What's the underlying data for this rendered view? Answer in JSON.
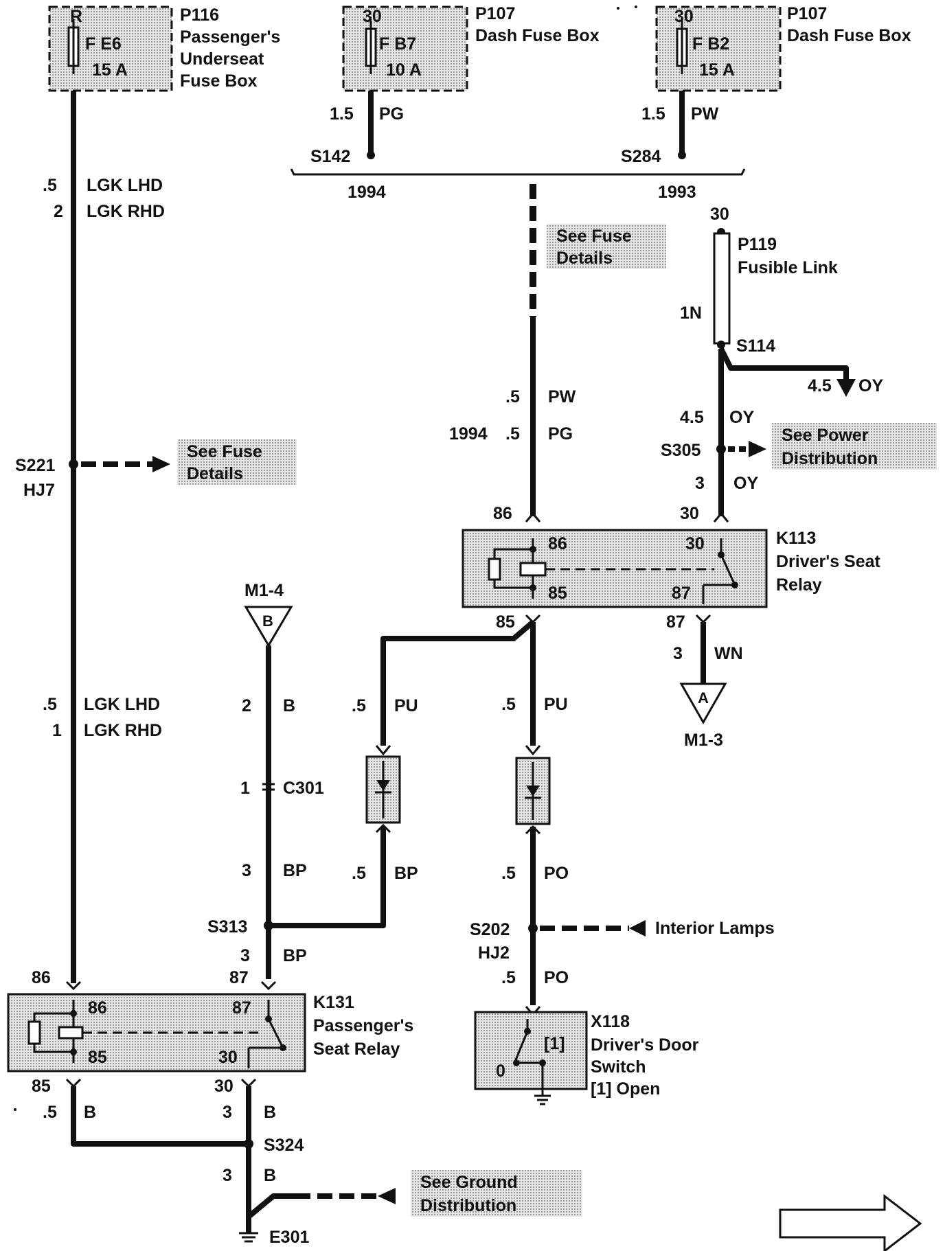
{
  "fuse_boxes": [
    {
      "terminal": "R",
      "fuse": "F E6",
      "rating": "15 A",
      "id": "P116",
      "name_line1": "Passenger's",
      "name_line2": "Underseat",
      "name_line3": "Fuse Box"
    },
    {
      "terminal": "30",
      "fuse": "F B7",
      "rating": "10 A",
      "id": "P107",
      "name_line1": "Dash Fuse Box"
    },
    {
      "terminal": "30",
      "fuse": "F B2",
      "rating": "15 A",
      "id": "P107",
      "name_line1": "Dash Fuse Box"
    }
  ],
  "wires": {
    "pg_size": "1.5",
    "pg_color": "PG",
    "pw_size": "1.5",
    "pw_color": "PW",
    "lgk_a_size": ".5",
    "lgk_a_color": "LGK LHD",
    "lgk_b_size": "2",
    "lgk_b_color": "LGK RHD",
    "lgk_c_size": ".5",
    "lgk_c_color": "LGK LHD",
    "lgk_d_size": "1",
    "lgk_d_color": "LGK RHD",
    "pw2_size": ".5",
    "pw2_color": "PW",
    "pg2_year": "1994",
    "pg2_size": ".5",
    "pg2_color": "PG",
    "fl_size": "1N",
    "oy_a_size": "4.5",
    "oy_a_color": "OY",
    "oy_b_size": "4.5",
    "oy_b_color": "OY",
    "oy_c_size": "3",
    "oy_c_color": "OY",
    "wn_size": "3",
    "wn_color": "WN",
    "b_size": "2",
    "b_color": "B",
    "pu_a_size": ".5",
    "pu_a_color": "PU",
    "pu_b_size": ".5",
    "pu_b_color": "PU",
    "bp_a_size": "3",
    "bp_a_color": "BP",
    "bp_b_size": ".5",
    "bp_b_color": "BP",
    "po_a_size": ".5",
    "po_a_color": "PO",
    "bp_c_size": "3",
    "bp_c_color": "BP",
    "po_b_size": ".5",
    "po_b_color": "PO",
    "b2_size": ".5",
    "b2_color": "B",
    "b3_size": "3",
    "b3_color": "B",
    "b4_size": "3",
    "b4_color": "B"
  },
  "splices": {
    "s142": "S142",
    "s284": "S284",
    "year_1994": "1994",
    "year_1993": "1993",
    "s221": "S221",
    "hj7": "HJ7",
    "s305": "S305",
    "s114": "S114",
    "s313": "S313",
    "s202": "S202",
    "hj2": "HJ2",
    "s324": "S324"
  },
  "fusible_link": {
    "terminal": "30",
    "id": "P119",
    "name": "Fusible Link"
  },
  "relay_k113": {
    "id": "K113",
    "name_line1": "Driver's Seat",
    "name_line2": "Relay",
    "pin_86": "86",
    "pin_85": "85",
    "pin_30": "30",
    "pin_87": "87",
    "out_86": "86",
    "out_85": "85",
    "out_30": "30",
    "out_87": "87"
  },
  "relay_k131": {
    "id": "K131",
    "name_line1": "Passenger's",
    "name_line2": "Seat Relay",
    "pin_86": "86",
    "pin_85": "85",
    "pin_87": "87",
    "pin_30": "30",
    "out_86": "86",
    "out_85": "85",
    "out_87": "87",
    "out_30": "30"
  },
  "connectors": {
    "m1_4": "M1-4",
    "m1_4_letter": "B",
    "m1_3": "M1-3",
    "m1_3_letter": "A",
    "c301_pin": "1",
    "c301": "C301"
  },
  "switch_x118": {
    "id": "X118",
    "name_line1": "Driver's Door",
    "name_line2": "Switch",
    "note": "[1]  Open",
    "marker": "[1]",
    "zero": "0"
  },
  "ground": {
    "id": "E301"
  },
  "notes": {
    "fuse_a_1": "See Fuse",
    "fuse_a_2": "Details",
    "fuse_b_1": "See Fuse",
    "fuse_b_2": "Details",
    "power_1": "See Power",
    "power_2": "Distribution",
    "interior": "Interior Lamps",
    "ground_1": "See Ground",
    "ground_2": "Distribution"
  }
}
